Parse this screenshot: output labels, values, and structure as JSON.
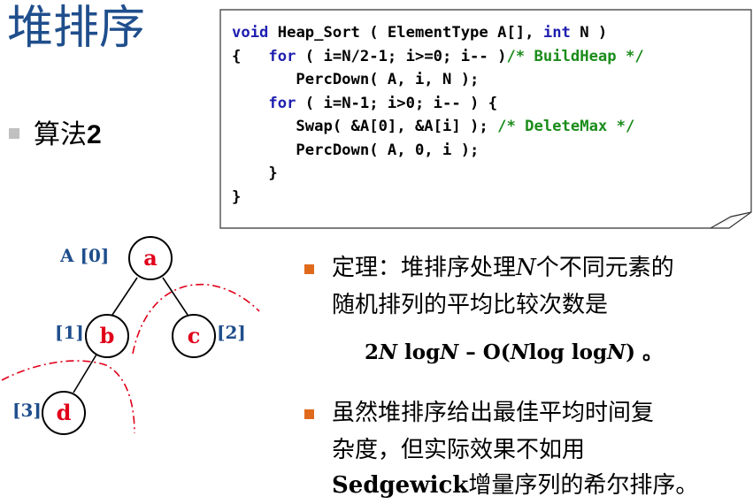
{
  "title": "堆排序",
  "algorithm_label": {
    "text": "算法",
    "number": "2"
  },
  "code": {
    "line1": {
      "k1": "void",
      "t1": " Heap_Sort ( ElementType A[], ",
      "k2": "int",
      "t2": " N )"
    },
    "line2": {
      "t1": "{   ",
      "k1": "for",
      "t2": " ( i=N/2-1; i>=0; i-- )",
      "c1": "/* BuildHeap */"
    },
    "line3": {
      "t1": "       PercDown( A, i, N );"
    },
    "line4": {
      "t1": "    ",
      "k1": "for",
      "t2": " ( i=N-1; i>0; i-- ) {"
    },
    "line5": {
      "t1": "       Swap( &A[0], &A[i] ); ",
      "c1": "/* DeleteMax */"
    },
    "line6": {
      "t1": "       PercDown( A, 0, i );"
    },
    "line7": {
      "t1": "    }"
    },
    "line8": {
      "t1": "}"
    }
  },
  "tree": {
    "nodes": [
      {
        "id": "a",
        "label": "a",
        "index_label": "A [0]"
      },
      {
        "id": "b",
        "label": "b",
        "index_label": "[1]"
      },
      {
        "id": "c",
        "label": "c",
        "index_label": "[2]"
      },
      {
        "id": "d",
        "label": "d",
        "index_label": "[3]"
      }
    ],
    "edges": [
      [
        "a",
        "b"
      ],
      [
        "a",
        "c"
      ],
      [
        "b",
        "d"
      ]
    ],
    "colors": {
      "node_text": "#e0001a",
      "index_text": "#1f4e8c",
      "dash_line": "#e0001a"
    }
  },
  "theorem": {
    "p1": "定理：堆排序处理",
    "n1": "N",
    "p2": "个不同元素的",
    "line2": "随机排列的平均比较次数是",
    "f1": "2",
    "f2": "N",
    "f3": " log",
    "f4": "N",
    "f5": " – O(",
    "f6": "N",
    "f7": "log log",
    "f8": "N",
    "f9": ") 。"
  },
  "note": {
    "line1": "虽然堆排序给出最佳平均时间复",
    "line2": "杂度，但实际效果不如用",
    "line3_bold": "Sedgewick",
    "line3_rest": "增量序列的希尔排序。"
  },
  "colors": {
    "title": "#1f4e8c",
    "bullet_square": "#c0c0c0",
    "bullet_orange": "#e06a1c",
    "keyword": "#1f1fb0",
    "comment": "#1a8c1a"
  }
}
